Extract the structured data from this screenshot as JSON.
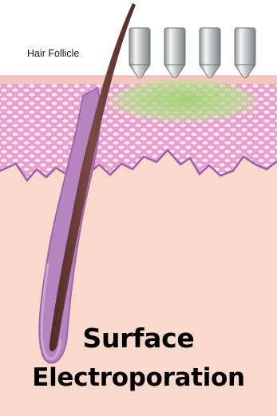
{
  "labels": {
    "hair_follicle": "Hair Follicle",
    "title_line1": "Surface",
    "title_line2": "Electroporation"
  },
  "colors": {
    "epidermis": "#f5bedb",
    "dermis": "#f8d9cc",
    "hair_shaft": "#6e3d37",
    "follicle_sheath": "#9c66a8",
    "treated_zone": "#a9d97e",
    "electrode": "#d7dadc"
  },
  "icons": {
    "electrode": "microneedle-electrode-icon"
  }
}
